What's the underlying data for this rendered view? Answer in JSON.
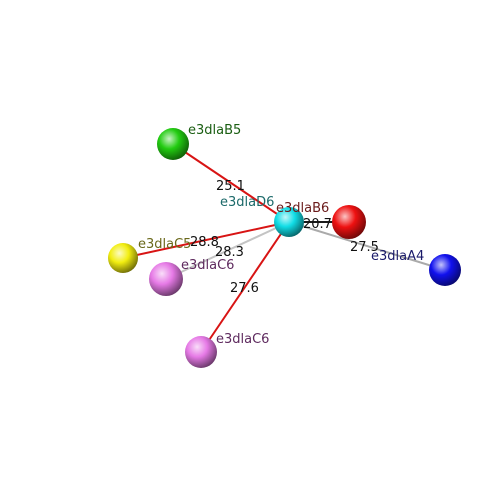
{
  "atoms": [
    {
      "id": "green",
      "label": "e3dlaB5",
      "color": "#22cc11",
      "label_color": "#1a5e12"
    },
    {
      "id": "cyan",
      "label": "e3dlaD6",
      "color": "#11dde6",
      "label_color": "#1c6a6a"
    },
    {
      "id": "red",
      "label": "e3dlaB6",
      "color": "#ee1111",
      "label_color": "#6a1a1a"
    },
    {
      "id": "blue",
      "label": "e3dlaA4",
      "color": "#1111ee",
      "label_color": "#1a1a6a"
    },
    {
      "id": "yellow",
      "label": "e3dlaC5",
      "color": "#f2ee11",
      "label_color": "#6a681a"
    },
    {
      "id": "violet1",
      "label": "e3dlaC6",
      "color": "#e67ae6",
      "label_color": "#5e2a5e"
    },
    {
      "id": "violet2",
      "label": "e3dlaC6",
      "color": "#e67ae6",
      "label_color": "#5e2a5e"
    }
  ],
  "bonds": [
    {
      "from": "cyan",
      "to": "green",
      "color": "#d81414",
      "label": "25.1"
    },
    {
      "from": "cyan",
      "to": "red",
      "color": "#1a1a1a",
      "label": "20.7"
    },
    {
      "from": "cyan",
      "to": "blue",
      "color": "#aaaaaa",
      "label": "27.5"
    },
    {
      "from": "cyan",
      "to": "yellow",
      "color": "#d81414",
      "label": "28.8"
    },
    {
      "from": "cyan",
      "to": "violet1",
      "color": "#c4c4c4",
      "label": "28.3"
    },
    {
      "from": "cyan",
      "to": "violet2",
      "color": "#d81414",
      "label": "27.6"
    }
  ]
}
